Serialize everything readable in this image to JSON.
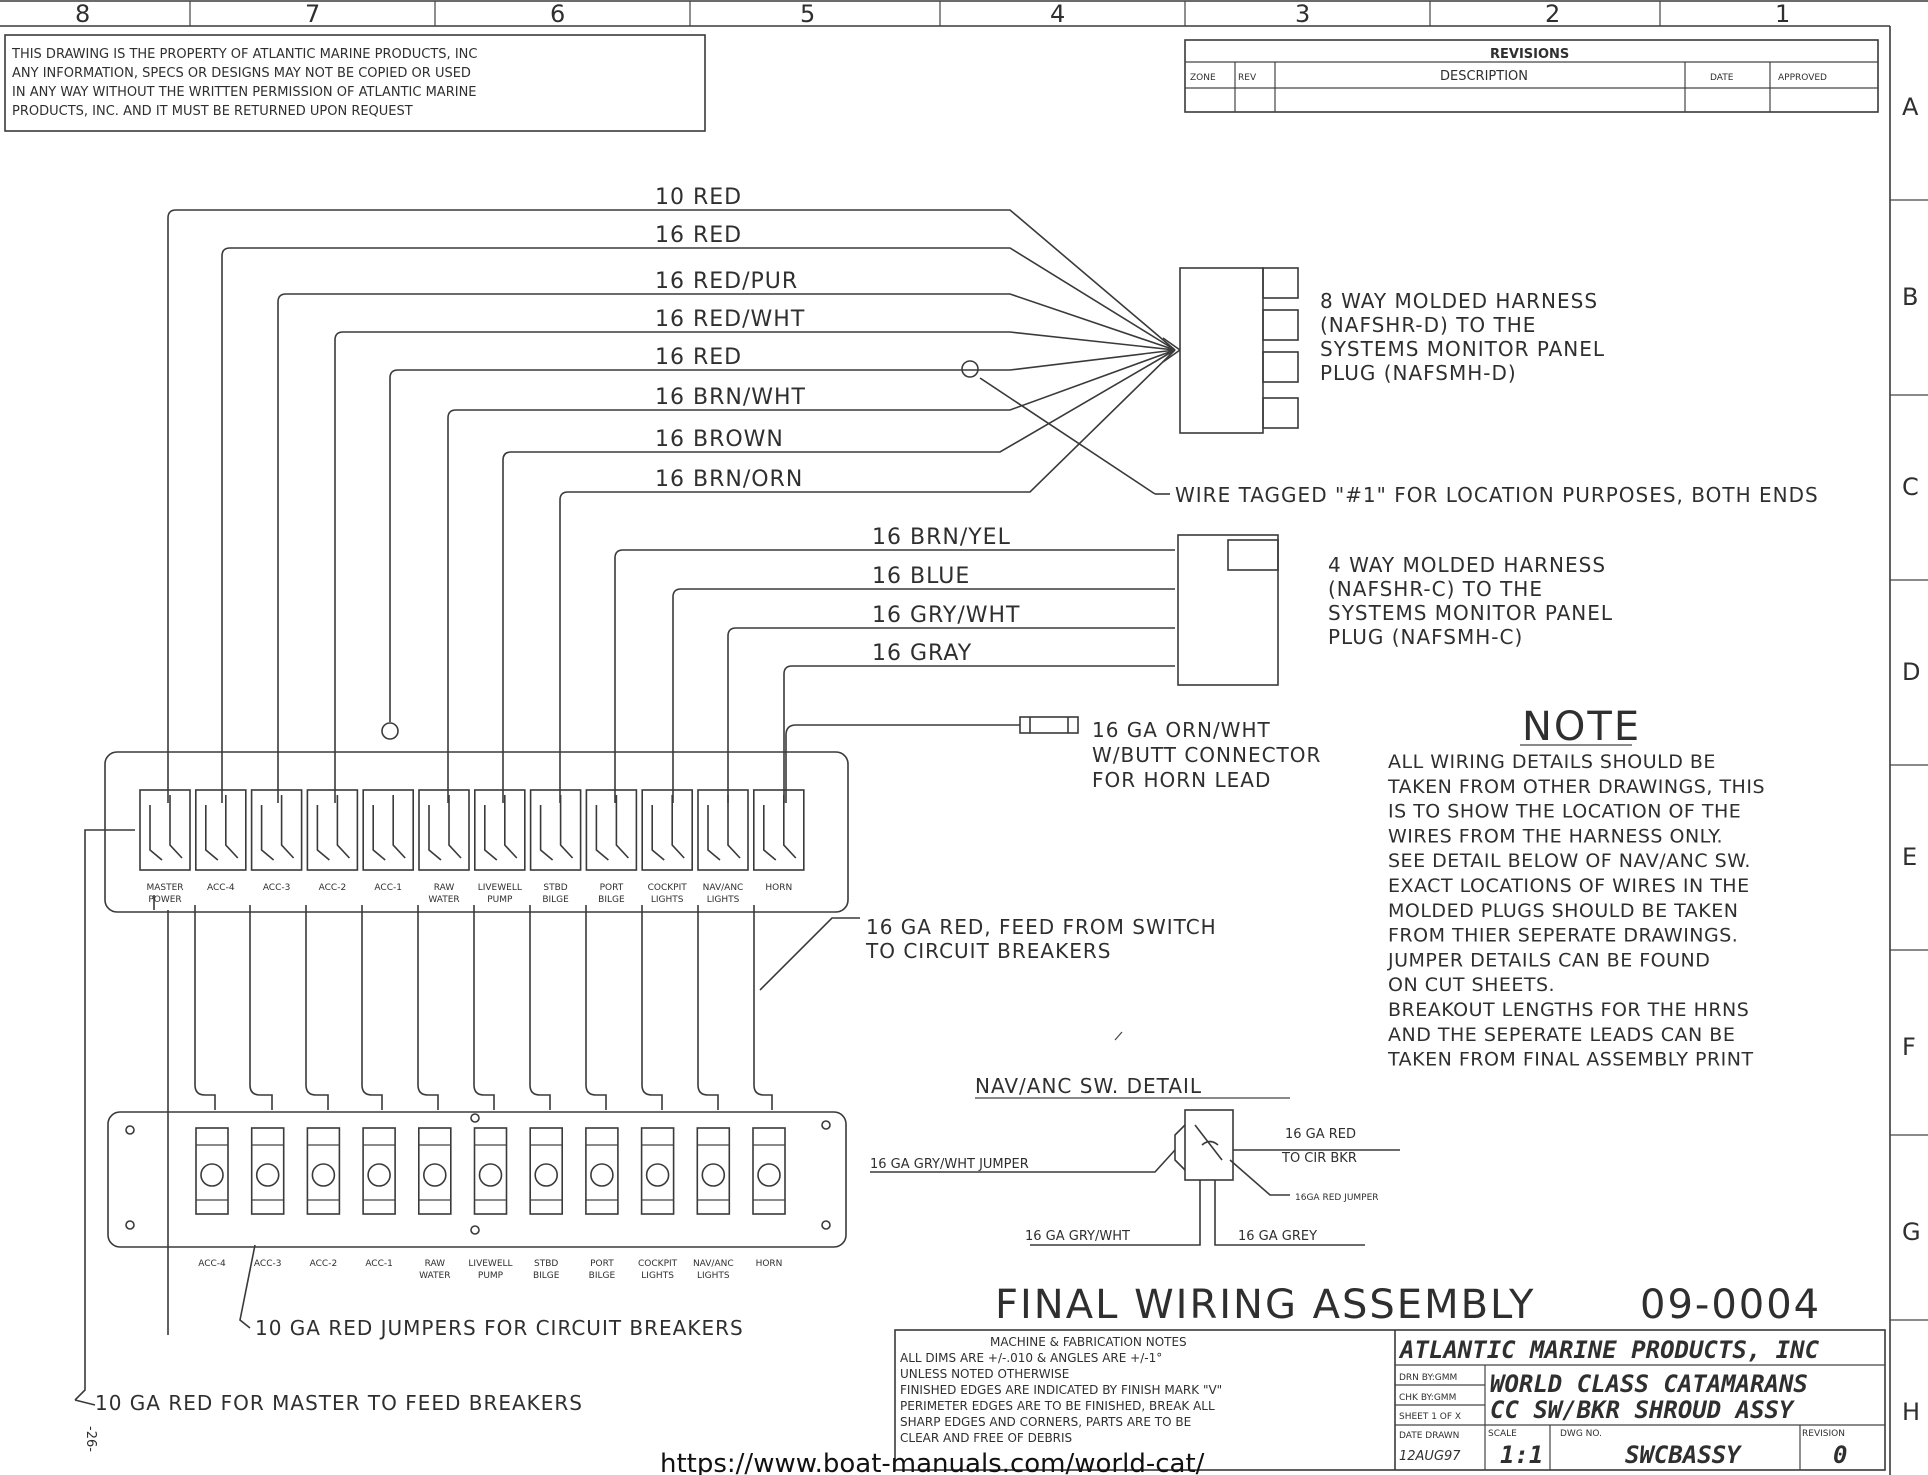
{
  "zones_top": [
    "8",
    "7",
    "6",
    "5",
    "4",
    "3",
    "2",
    "1"
  ],
  "zones_right": [
    "A",
    "B",
    "C",
    "D",
    "E",
    "F",
    "G",
    "H"
  ],
  "property_notice": [
    "THIS DRAWING IS THE PROPERTY OF ATLANTIC MARINE PRODUCTS, INC",
    "ANY INFORMATION, SPECS OR DESIGNS MAY NOT BE COPIED OR USED",
    "IN ANY WAY WITHOUT THE WRITTEN PERMISSION OF ATLANTIC MARINE",
    "PRODUCTS, INC. AND IT MUST BE RETURNED UPON REQUEST"
  ],
  "revisions": {
    "title": "REVISIONS",
    "zone": "ZONE",
    "rev": "REV",
    "description": "DESCRIPTION",
    "date": "DATE",
    "approved": "APPROVED"
  },
  "harness8_wires": [
    "10 RED",
    "16 RED",
    "16 RED/PUR",
    "16 RED/WHT",
    "16 RED",
    "16 BRN/WHT",
    "16 BROWN",
    "16 BRN/ORN"
  ],
  "harness4_wires": [
    "16 BRN/YEL",
    "16 BLUE",
    "16 GRY/WHT",
    "16 GRAY"
  ],
  "harness8_label": [
    "8 WAY MOLDED HARNESS",
    "(NAFSHR-D) TO THE",
    "SYSTEMS MONITOR PANEL",
    "PLUG (NAFSMH-D)"
  ],
  "harness4_label": [
    "4 WAY MOLDED HARNESS",
    "(NAFSHR-C) TO THE",
    "SYSTEMS MONITOR PANEL",
    "PLUG (NAFSMH-C)"
  ],
  "wire_tag_note": "WIRE TAGGED \"#1\" FOR LOCATION PURPOSES, BOTH ENDS",
  "horn_lead": [
    "16 GA ORN/WHT",
    "W/BUTT CONNECTOR",
    "FOR HORN LEAD"
  ],
  "switch_labels": [
    [
      "MASTER",
      "POWER"
    ],
    [
      "ACC-4",
      ""
    ],
    [
      "ACC-3",
      ""
    ],
    [
      "ACC-2",
      ""
    ],
    [
      "ACC-1",
      ""
    ],
    [
      "RAW",
      "WATER"
    ],
    [
      "LIVEWELL",
      "PUMP"
    ],
    [
      "STBD",
      "BILGE"
    ],
    [
      "PORT",
      "BILGE"
    ],
    [
      "COCKPIT",
      "LIGHTS"
    ],
    [
      "NAV/ANC",
      "LIGHTS"
    ],
    [
      "HORN",
      ""
    ]
  ],
  "breaker_labels": [
    [
      "ACC-4",
      ""
    ],
    [
      "ACC-3",
      ""
    ],
    [
      "ACC-2",
      ""
    ],
    [
      "ACC-1",
      ""
    ],
    [
      "RAW",
      "WATER"
    ],
    [
      "LIVEWELL",
      "PUMP"
    ],
    [
      "STBD",
      "BILGE"
    ],
    [
      "PORT",
      "BILGE"
    ],
    [
      "COCKPIT",
      "LIGHTS"
    ],
    [
      "NAV/ANC",
      "LIGHTS"
    ],
    [
      "HORN",
      ""
    ]
  ],
  "feed_note": [
    "16 GA RED, FEED FROM SWITCH",
    "TO CIRCUIT BREAKERS"
  ],
  "jumper_note": "10 GA RED JUMPERS FOR CIRCUIT BREAKERS",
  "master_note": "10 GA RED FOR MASTER TO FEED BREAKERS",
  "page_number": "-26-",
  "note": {
    "title": "NOTE",
    "lines": [
      "ALL WIRING DETAILS SHOULD BE",
      "TAKEN FROM OTHER DRAWINGS, THIS",
      "IS TO SHOW THE LOCATION OF THE",
      "WIRES FROM THE HARNESS ONLY.",
      "SEE DETAIL BELOW OF NAV/ANC SW.",
      "EXACT LOCATIONS OF WIRES IN THE",
      "MOLDED PLUGS SHOULD BE TAKEN",
      "FROM THIER SEPERATE DRAWINGS.",
      "JUMPER DETAILS CAN BE FOUND",
      "ON CUT SHEETS.",
      "BREAKOUT LENGTHS FOR THE HRNS",
      "AND THE SEPERATE LEADS CAN BE",
      "TAKEN FROM FINAL ASSEMBLY PRINT"
    ]
  },
  "nav_detail": {
    "title": "NAV/ANC SW. DETAIL",
    "red_line1": "16 GA RED",
    "red_line2": "TO CIR BKR",
    "jumper_red": "16GA RED JUMPER",
    "gry_jumper": "16 GA GRY/WHT JUMPER",
    "gry_wht": "16 GA GRY/WHT",
    "grey": "16 GA GREY"
  },
  "drawing_title": "FINAL  WIRING  ASSEMBLY",
  "drawing_number": "09-0004",
  "machine_notes": [
    "MACHINE & FABRICATION NOTES",
    "ALL DIMS ARE +/-.010 & ANGLES ARE +/-1°",
    "UNLESS NOTED OTHERWISE",
    "FINISHED EDGES ARE INDICATED BY FINISH MARK \"V\"",
    "PERIMETER EDGES ARE TO BE FINISHED, BREAK ALL",
    "SHARP EDGES AND CORNERS, PARTS ARE TO BE",
    "CLEAR AND FREE OF DEBRIS"
  ],
  "title_block": {
    "company": "ATLANTIC MARINE PRODUCTS, INC",
    "drn_by": "DRN BY:GMM",
    "chk_by": "CHK BY:GMM",
    "sheet": "SHEET 1 OF X",
    "date_drawn_label": "DATE DRAWN",
    "date_drawn": "12AUG97",
    "name_line1": "WORLD CLASS CATAMARANS",
    "name_line2": "CC SW/BKR SHROUD ASSY",
    "scale_label": "SCALE",
    "scale": "1:1",
    "dwg_label": "DWG NO.",
    "dwg": "SWCBASSY",
    "rev_label": "REVISION",
    "rev": "0"
  },
  "url": "https://www.boat-manuals.com/world-cat/"
}
